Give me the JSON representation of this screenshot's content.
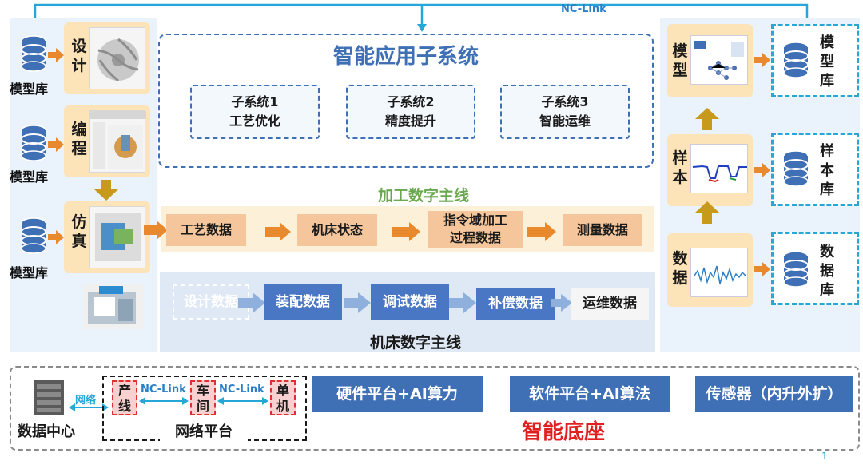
{
  "nc_link_top": "NC-Link",
  "model_db_label": "模型库",
  "stages": [
    {
      "label": "设\n计"
    },
    {
      "label": "编\n程"
    },
    {
      "label": "仿\n真"
    }
  ],
  "app_subsystem": {
    "title": "智能应用子系统",
    "subsystems": [
      {
        "line1": "子系统1",
        "line2": "工艺优化"
      },
      {
        "line1": "子系统2",
        "line2": "精度提升"
      },
      {
        "line1": "子系统3",
        "line2": "智能运维"
      }
    ]
  },
  "process_thread": {
    "title": "加工数字主线",
    "items": [
      "工艺数据",
      "机床状态",
      "指令域加工\n过程数据",
      "测量数据"
    ]
  },
  "machine_thread": {
    "title": "机床数字主线",
    "items": [
      "设计数据",
      "装配数据",
      "调试数据",
      "补偿数据",
      "运维数据"
    ]
  },
  "right_column": [
    {
      "label": "模\n型",
      "db": "模\n型\n库"
    },
    {
      "label": "样\n本",
      "db": "样\n本\n库"
    },
    {
      "label": "数\n据",
      "db": "数\n据\n库"
    }
  ],
  "base": {
    "data_center": "数据中心",
    "net_short": "网络",
    "nodes": [
      "产\n线",
      "车\n间",
      "单\n机"
    ],
    "nc_link_1": "NC-Link",
    "nc_link_2": "NC-Link",
    "network_platform": "网络平台",
    "platforms": [
      "硬件平台+AI算力",
      "软件平台+AI算法",
      "传感器（内升外扩）"
    ],
    "title": "智能底座"
  },
  "page_number": "1",
  "colors": {
    "blue_dashed": "#3f6fb5",
    "cyan_dashed": "#25a8d8",
    "orange_arrow": "#e8892d",
    "green_title": "#6aa84f",
    "red_title": "#e02020"
  }
}
